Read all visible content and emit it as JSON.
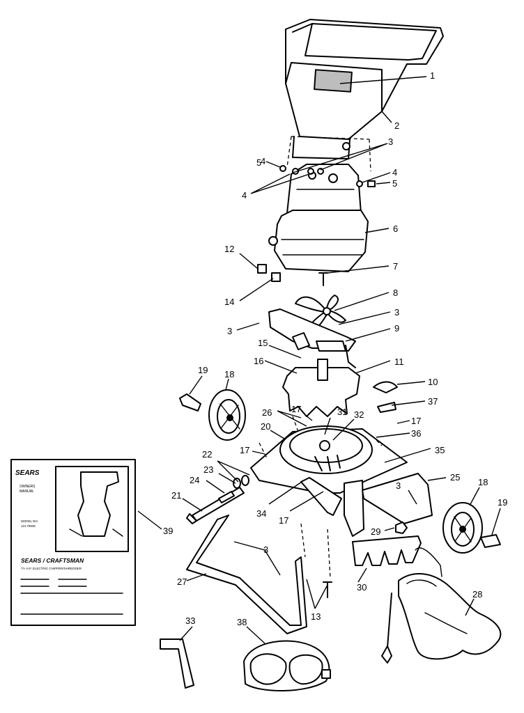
{
  "callouts": [
    {
      "id": "c1",
      "text": "1"
    },
    {
      "id": "c2",
      "text": "2"
    },
    {
      "id": "c3a",
      "text": "3"
    },
    {
      "id": "c4a",
      "text": "4"
    },
    {
      "id": "c5a",
      "text": "5"
    },
    {
      "id": "c4b",
      "text": "4"
    },
    {
      "id": "c5b",
      "text": "5"
    },
    {
      "id": "c4c",
      "text": "4"
    },
    {
      "id": "c6",
      "text": "6"
    },
    {
      "id": "c12",
      "text": "12"
    },
    {
      "id": "c7",
      "text": "7"
    },
    {
      "id": "c14",
      "text": "14"
    },
    {
      "id": "c8",
      "text": "8"
    },
    {
      "id": "c3b",
      "text": "3"
    },
    {
      "id": "c3c",
      "text": "3"
    },
    {
      "id": "c9",
      "text": "9"
    },
    {
      "id": "c15",
      "text": "15"
    },
    {
      "id": "c16",
      "text": "16"
    },
    {
      "id": "c11",
      "text": "11"
    },
    {
      "id": "c19a",
      "text": "19"
    },
    {
      "id": "c18a",
      "text": "18"
    },
    {
      "id": "c10",
      "text": "10"
    },
    {
      "id": "c17a",
      "text": "17"
    },
    {
      "id": "c31",
      "text": "31"
    },
    {
      "id": "c32",
      "text": "32"
    },
    {
      "id": "c37",
      "text": "37"
    },
    {
      "id": "c26",
      "text": "26"
    },
    {
      "id": "c20",
      "text": "20"
    },
    {
      "id": "c17b",
      "text": "17"
    },
    {
      "id": "c36",
      "text": "36"
    },
    {
      "id": "c17c",
      "text": "17"
    },
    {
      "id": "c35",
      "text": "35"
    },
    {
      "id": "c22",
      "text": "22"
    },
    {
      "id": "c23",
      "text": "23"
    },
    {
      "id": "c24",
      "text": "24"
    },
    {
      "id": "c21",
      "text": "21"
    },
    {
      "id": "c25",
      "text": "25"
    },
    {
      "id": "c3d",
      "text": "3"
    },
    {
      "id": "c18b",
      "text": "18"
    },
    {
      "id": "c34",
      "text": "34"
    },
    {
      "id": "c17d",
      "text": "17"
    },
    {
      "id": "c39",
      "text": "39"
    },
    {
      "id": "c19b",
      "text": "19"
    },
    {
      "id": "c29",
      "text": "29"
    },
    {
      "id": "c3e",
      "text": "3"
    },
    {
      "id": "c27",
      "text": "27"
    },
    {
      "id": "c30",
      "text": "30"
    },
    {
      "id": "c28",
      "text": "28"
    },
    {
      "id": "c13",
      "text": "13"
    },
    {
      "id": "c33",
      "text": "33"
    },
    {
      "id": "c38",
      "text": "38"
    }
  ],
  "manual": {
    "brand": "SEARS",
    "subtitle_line1": "OWNERS",
    "subtitle_line2": "MANUAL",
    "model_label": "MODEL NO.",
    "model_number": "113.79935",
    "footer_brand": "SEARS / CRAFTSMAN",
    "footer_product": "7½ H.P. ELECTRIC CHIPPER/SHREDDER"
  }
}
